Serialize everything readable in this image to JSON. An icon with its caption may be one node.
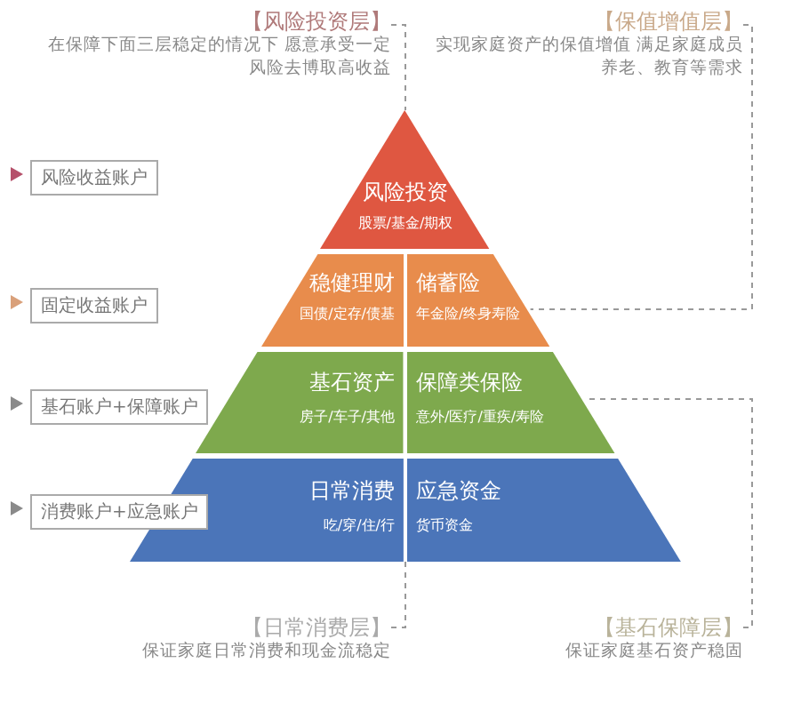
{
  "diagram": {
    "nodes": [
      {
        "text": [
          "【风险投资层】",
          "在保障下面三层稳定的情况下 愿意承受一定风险去博取高收益"
        ]
      },
      {
        "text": [
          "【保值增值层】",
          "实现家庭资产的保值增值 满足家庭成员养老、教育等需求"
        ]
      },
      {
        "text": [
          "风险投资",
          "股票/基金/期权"
        ]
      },
      {
        "text": [
          "稳健理财",
          "国债/定存/债基"
        ]
      },
      {
        "text": [
          "储蓄险",
          "年金险/终身寿险"
        ]
      },
      {
        "text": [
          "基石资产",
          "房子/车子/其他"
        ]
      },
      {
        "text": [
          "保障类保险",
          "意外/医疗/重疾/寿险"
        ]
      },
      {
        "text": [
          "日常消费",
          "吃/穿/住/行"
        ]
      },
      {
        "text": [
          "应急资金",
          "货币资金"
        ]
      },
      {
        "text": [
          "【日常消费层】",
          "保证家庭日常消费和现金流稳定"
        ]
      },
      {
        "text": [
          "【基石保障层】",
          "保证家庭基石资产稳固"
        ]
      }
    ],
    "edges": [
      {
        "from": 0,
        "to": 2,
        "arrow": "none",
        "style": "dashed"
      },
      {
        "from": 1,
        "to": 4,
        "arrow": "none",
        "style": "dashed"
      },
      {
        "from": 10,
        "to": 6,
        "arrow": "none",
        "style": "dashed"
      },
      {
        "from": 7,
        "to": 9,
        "arrow": "none",
        "style": "dashed"
      }
    ],
    "labels": [
      "风险收益账户",
      "固定收益账户",
      "基石账户+保障账户",
      "消费账户+应急账户"
    ]
  }
}
